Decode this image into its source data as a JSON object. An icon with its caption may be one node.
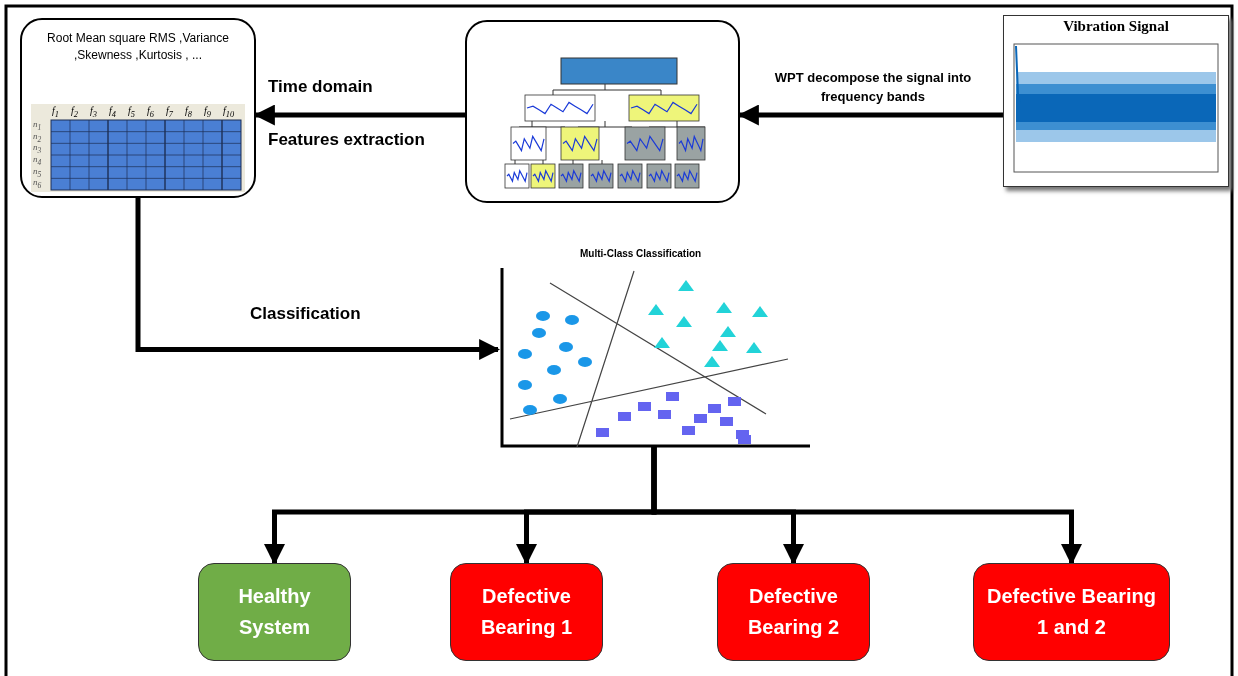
{
  "diagram": {
    "nodes": [
      {
        "text": [
          "Root Mean square RMS ,Variance ,Skewness ,Kurtosis , ..."
        ]
      },
      {
        "text": [],
        "shape": "picture"
      },
      {
        "text": [
          "Vibration Signal"
        ]
      },
      {
        "text": [
          "Multi-Class Classification"
        ]
      },
      {
        "text": [
          "Healthy System"
        ]
      },
      {
        "text": [
          "Defective Bearing 1"
        ]
      },
      {
        "text": [
          "Defective Bearing 2"
        ]
      },
      {
        "text": [
          "Defective Bearing 1 and 2"
        ]
      }
    ],
    "edges": [
      {
        "from": 2,
        "to": 1,
        "arrow": "to",
        "label": "WPT decompose the signal into frequency bands"
      },
      {
        "from": 1,
        "to": 0,
        "arrow": "to",
        "label": "Time domain"
      },
      {
        "from": 0,
        "to": 3,
        "arrow": "to",
        "label": "Classification"
      },
      {
        "from": 3,
        "to": 4,
        "arrow": "to"
      },
      {
        "from": 3,
        "to": 5,
        "arrow": "to"
      },
      {
        "from": 3,
        "to": 6,
        "arrow": "to"
      },
      {
        "from": 3,
        "to": 7,
        "arrow": "to"
      }
    ],
    "labels": [
      "Features extraction",
      "f$_{1}$",
      "f$_{2}$",
      "f$_{3}$",
      "f$_{4}$",
      "f$_{5}$",
      "f$_{6}$",
      "f$_{7}$",
      "f$_{8}$",
      "f$_{9}$",
      "f$_{10}$",
      "n$_{1}$",
      "n$_{2}$",
      "n$_{3}$",
      "n$_{4}$",
      "n$_{5}$",
      "n$_{6}$"
    ]
  }
}
